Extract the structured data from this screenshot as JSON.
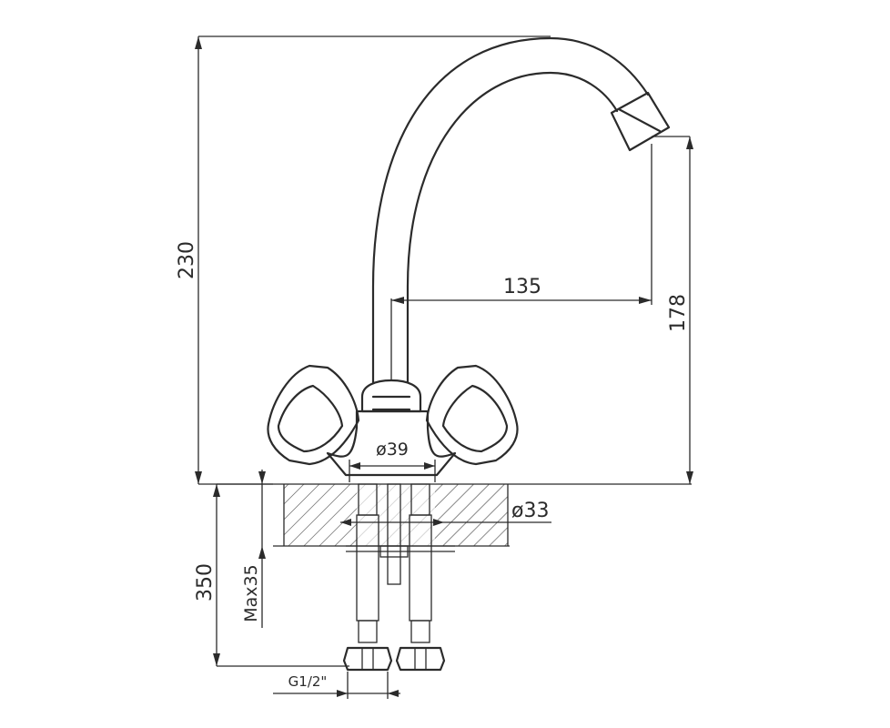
{
  "dimensions": {
    "height_total": "230",
    "spout_height": "178",
    "spout_reach": "135",
    "base_diameter": "ø39",
    "hole_diameter": "ø33",
    "total_with_hoses": "350",
    "max_counter_thickness": "Max35",
    "thread": "G1/2\""
  }
}
